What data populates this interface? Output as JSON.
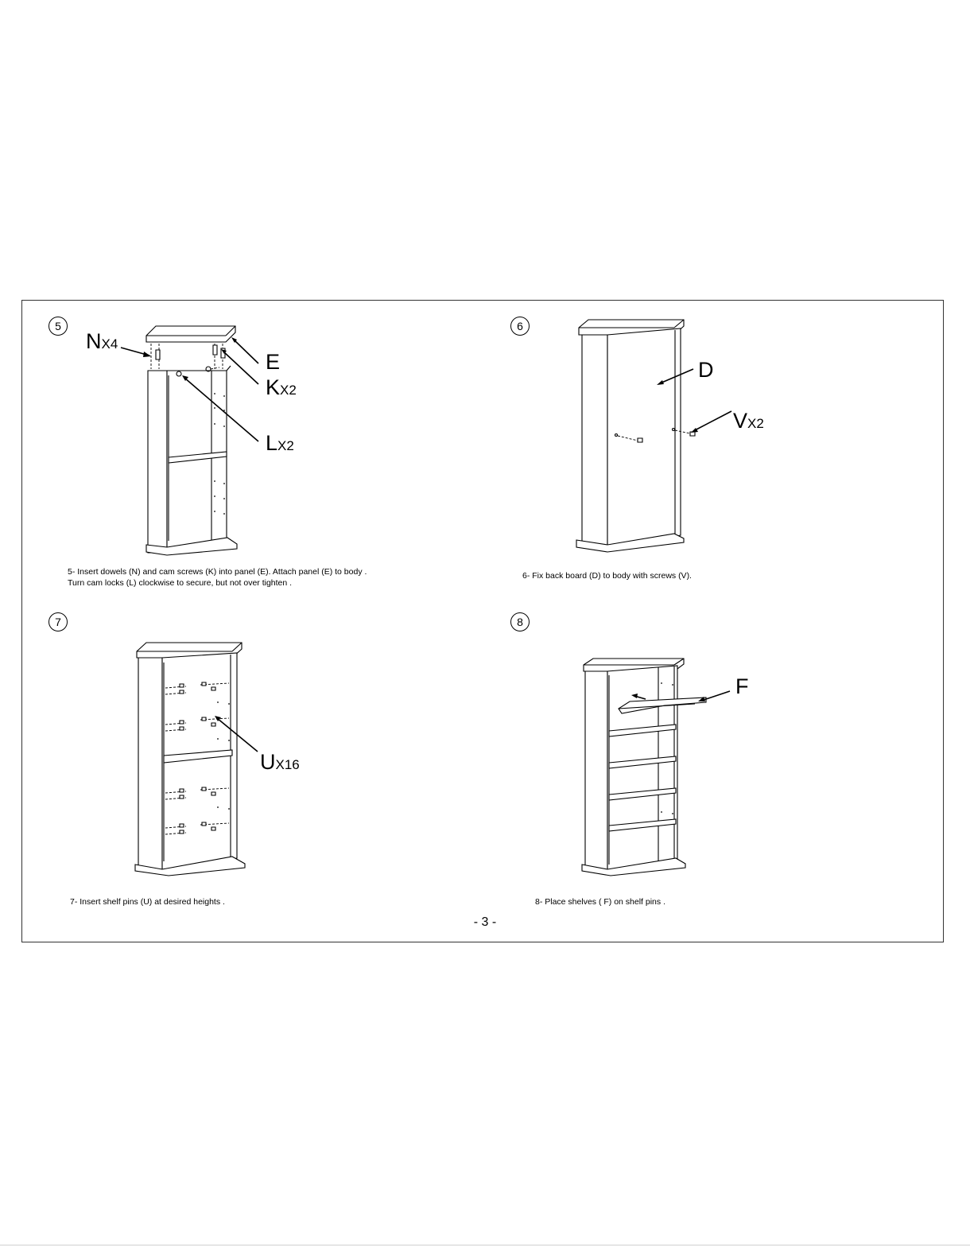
{
  "steps": [
    {
      "number": "5",
      "caption_line1": "5-  Insert dowels (N) and cam screws (K) into panel (E). Attach panel (E) to body .",
      "caption_line2": "Turn cam locks (L) clockwise to secure, but not over tighten .",
      "labels": {
        "n": {
          "letter": "N",
          "qty": "X4"
        },
        "e": {
          "letter": "E",
          "qty": ""
        },
        "k": {
          "letter": "K",
          "qty": "X2"
        },
        "l": {
          "letter": "L",
          "qty": "X2"
        }
      }
    },
    {
      "number": "6",
      "caption_line1": "6- Fix  back board (D) to body with screws (V).",
      "labels": {
        "d": {
          "letter": "D",
          "qty": ""
        },
        "v": {
          "letter": "V",
          "qty": "X2"
        }
      }
    },
    {
      "number": "7",
      "caption_line1": "7- Insert shelf pins (U) at desired heights .",
      "labels": {
        "u": {
          "letter": "U",
          "qty": "X16"
        }
      }
    },
    {
      "number": "8",
      "caption_line1": "8- Place shelves ( F) on shelf pins .",
      "labels": {
        "f": {
          "letter": "F",
          "qty": ""
        }
      }
    }
  ],
  "page_number": "- 3 -"
}
